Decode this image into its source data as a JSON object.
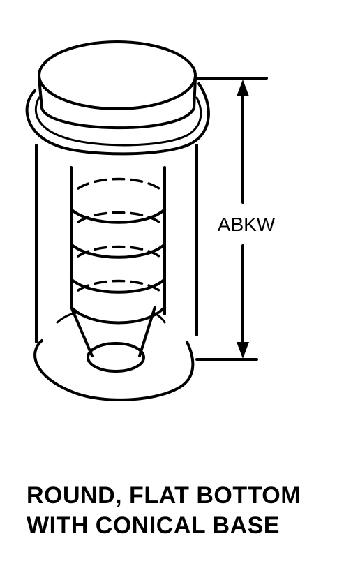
{
  "diagram": {
    "dimension_label": "ABKW",
    "caption_lines": [
      "ROUND, FLAT BOTTOM",
      "WITH CONICAL BASE"
    ]
  }
}
